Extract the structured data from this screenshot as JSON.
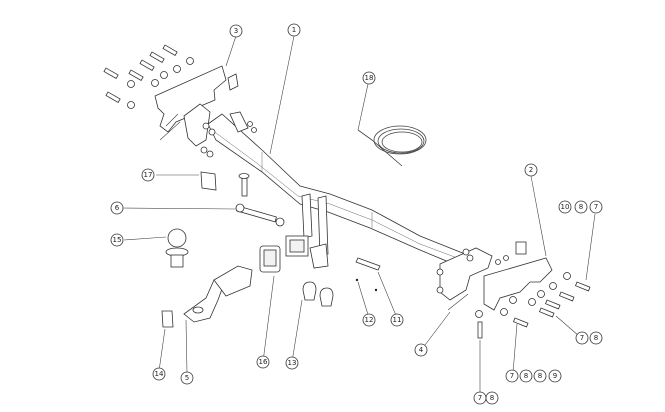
{
  "diagram": {
    "type": "exploded-parts-diagram",
    "subject": "tow bar assembly",
    "callouts": [
      {
        "id": "c1",
        "labels": [
          "1"
        ],
        "part": "tow bar cross beam"
      },
      {
        "id": "c2",
        "labels": [
          "2"
        ],
        "part": "right mounting bracket"
      },
      {
        "id": "c3",
        "labels": [
          "3"
        ],
        "part": "left mounting bracket"
      },
      {
        "id": "c4",
        "labels": [
          "4"
        ],
        "part": "bracket cable"
      },
      {
        "id": "c5",
        "labels": [
          "5"
        ],
        "part": "ball mount"
      },
      {
        "id": "c6",
        "labels": [
          "6"
        ],
        "part": "hitch pin"
      },
      {
        "id": "c7",
        "labels": [
          "7",
          "8"
        ],
        "part": "bolt and washer"
      },
      {
        "id": "c8",
        "labels": [
          "7",
          "8"
        ],
        "part": "bolt and washer"
      },
      {
        "id": "c9",
        "labels": [
          "7",
          "8",
          "8",
          "9"
        ],
        "part": "bolt set"
      },
      {
        "id": "c10",
        "labels": [
          "10",
          "8",
          "7"
        ],
        "part": "bolt set"
      },
      {
        "id": "c11",
        "labels": [
          "11"
        ],
        "part": "plate"
      },
      {
        "id": "c12",
        "labels": [
          "12"
        ],
        "part": "screw"
      },
      {
        "id": "c13",
        "labels": [
          "13"
        ],
        "part": "shackles"
      },
      {
        "id": "c14",
        "labels": [
          "14"
        ],
        "part": "label"
      },
      {
        "id": "c15",
        "labels": [
          "15"
        ],
        "part": "tow ball"
      },
      {
        "id": "c16",
        "labels": [
          "16"
        ],
        "part": "receiver cover"
      },
      {
        "id": "c17",
        "labels": [
          "17"
        ],
        "part": "label"
      },
      {
        "id": "c18",
        "labels": [
          "18"
        ],
        "part": "wiring cable"
      }
    ]
  }
}
